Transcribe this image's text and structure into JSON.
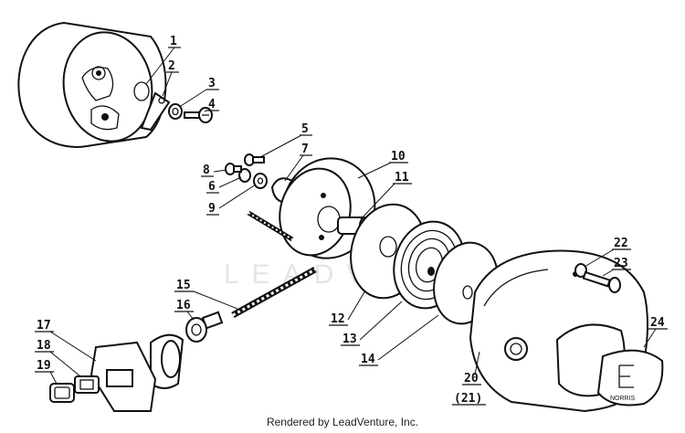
{
  "watermark": "LEADVENTURE",
  "credit": "Rendered by LeadVenture, Inc.",
  "logo_text": "NORRIS",
  "callouts": [
    {
      "label": "1"
    },
    {
      "label": "2"
    },
    {
      "label": "3"
    },
    {
      "label": "4"
    },
    {
      "label": "5"
    },
    {
      "label": "6"
    },
    {
      "label": "7"
    },
    {
      "label": "8"
    },
    {
      "label": "9"
    },
    {
      "label": "10"
    },
    {
      "label": "11"
    },
    {
      "label": "12"
    },
    {
      "label": "13"
    },
    {
      "label": "14"
    },
    {
      "label": "15"
    },
    {
      "label": "16"
    },
    {
      "label": "17"
    },
    {
      "label": "18"
    },
    {
      "label": "19"
    },
    {
      "label": "20"
    },
    {
      "label": "(21)"
    },
    {
      "label": "22"
    },
    {
      "label": "23"
    },
    {
      "label": "24"
    }
  ]
}
